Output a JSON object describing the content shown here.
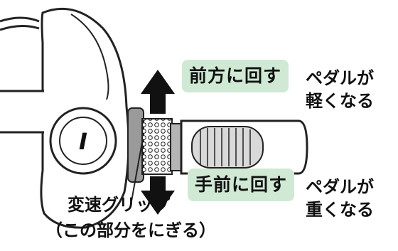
{
  "forward": {
    "label": "前方に回す",
    "effect_line1": "ペダルが",
    "effect_line2": "軽くなる"
  },
  "backward": {
    "label": "手前に回す",
    "effect_line1": "ペダルが",
    "effect_line2": "重くなる"
  },
  "grip": {
    "label": "変速グリップ",
    "note": "（この部分をにぎる）"
  },
  "handle": {
    "mark": "I"
  },
  "colors": {
    "badge_bg": "#cfe9d4",
    "outline": "#222222",
    "fill": "#ffffff",
    "arrow": "#111111"
  }
}
